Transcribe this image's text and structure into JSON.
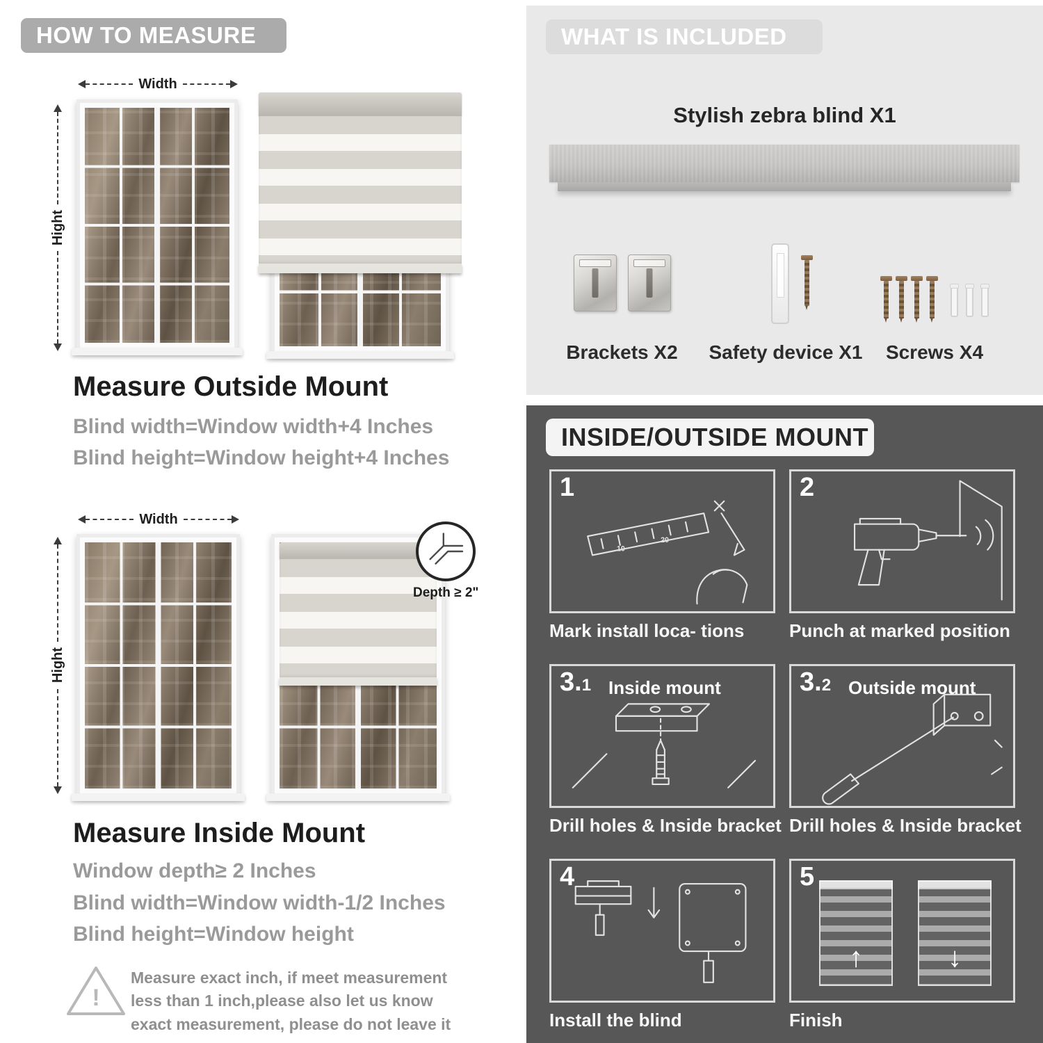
{
  "colors": {
    "left_pill_bg": "#ababab",
    "right_top_bg": "#e9e9e9",
    "right_pill_bg": "#dcdcdc",
    "dark_bg": "#575757",
    "heading_text": "#1d1d1d",
    "muted_text": "#9a9a9a"
  },
  "left": {
    "header": "HOW TO MEASURE",
    "outside": {
      "width_label": "Width",
      "height_label": "Hight",
      "title": "Measure Outside Mount",
      "lines": [
        "Blind width=Window width+4 Inches",
        "Blind height=Window height+4 Inches"
      ]
    },
    "inside": {
      "width_label": "Width",
      "height_label": "Hight",
      "depth_label": "Depth ≥ 2\"",
      "title": "Measure Inside Mount",
      "lines": [
        "Window depth≥ 2 Inches",
        "Blind width=Window width-1/2 Inches",
        "Blind height=Window height"
      ]
    },
    "warning_icon": "!",
    "warning_text": "Measure exact inch, if meet measurement less than 1 inch,please also let us know exact measurement, please do not leave it"
  },
  "right": {
    "included": {
      "header": "WHAT IS INCLUDED",
      "blind_label": "Stylish zebra blind X1",
      "item_labels": [
        "Brackets X2",
        "Safety device X1",
        "Screws X4"
      ]
    },
    "mount": {
      "header": "INSIDE/OUTSIDE MOUNT",
      "steps": [
        {
          "num": "1",
          "sub_num": "",
          "sub_label": "",
          "caption": "Mark install loca- tions",
          "marks": [
            "10",
            "20"
          ]
        },
        {
          "num": "2",
          "sub_num": "",
          "sub_label": "",
          "caption": "Punch at marked position"
        },
        {
          "num": "3.",
          "sub_num": "1",
          "sub_label": "Inside mount",
          "caption": "Drill holes &  Inside bracket"
        },
        {
          "num": "3.",
          "sub_num": "2",
          "sub_label": "Outside mount",
          "caption": "Drill holes &  Inside bracket"
        },
        {
          "num": "4",
          "sub_num": "",
          "sub_label": "",
          "caption": "Install the blind"
        },
        {
          "num": "5",
          "sub_num": "",
          "sub_label": "",
          "caption": "Finish"
        }
      ]
    }
  }
}
